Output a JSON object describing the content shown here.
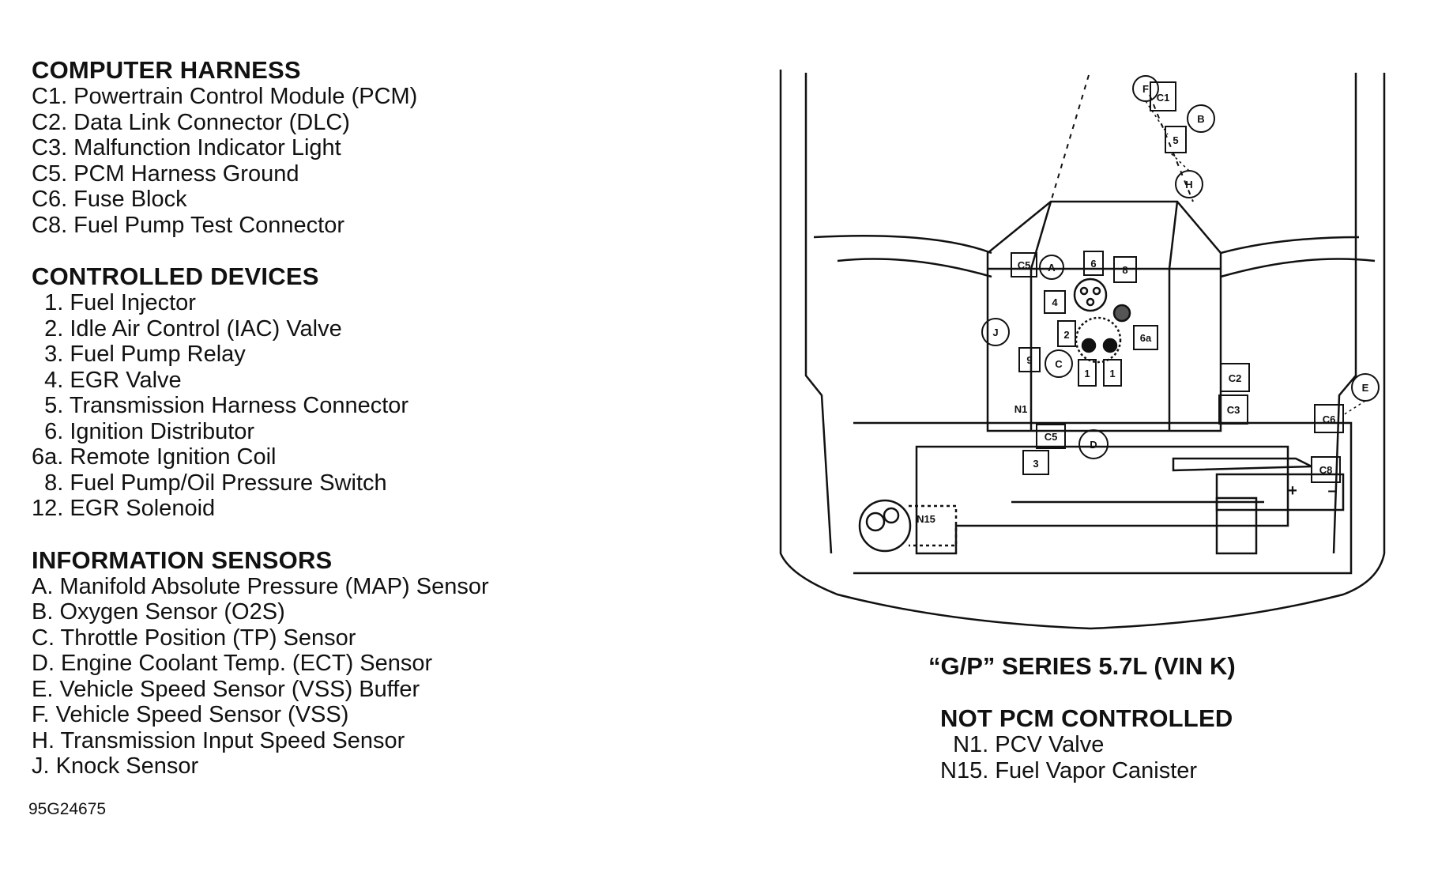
{
  "legend": {
    "computer_harness": {
      "title": "COMPUTER HARNESS",
      "items": [
        "C1. Powertrain Control Module (PCM)",
        "C2. Data Link Connector (DLC)",
        "C3. Malfunction Indicator Light",
        "C5. PCM Harness Ground",
        "C6. Fuse Block",
        "C8. Fuel Pump Test Connector"
      ]
    },
    "controlled_devices": {
      "title": "CONTROLLED DEVICES",
      "items": [
        "  1. Fuel Injector",
        "  2. Idle Air Control (IAC) Valve",
        "  3. Fuel Pump Relay",
        "  4. EGR Valve",
        "  5. Transmission Harness Connector",
        "  6. Ignition Distributor",
        "6a. Remote Ignition Coil",
        "  8. Fuel Pump/Oil Pressure Switch",
        "12. EGR Solenoid"
      ]
    },
    "information_sensors": {
      "title": "INFORMATION SENSORS",
      "items": [
        "A. Manifold Absolute Pressure (MAP) Sensor",
        "B. Oxygen Sensor (O2S)",
        "C. Throttle Position (TP) Sensor",
        "D. Engine Coolant Temp. (ECT) Sensor",
        "E. Vehicle Speed Sensor (VSS) Buffer",
        "F. Vehicle Speed Sensor (VSS)",
        "H. Transmission Input Speed Sensor",
        "J. Knock Sensor"
      ]
    }
  },
  "figure_code": "95G24675",
  "diagram_title": "“G/P” SERIES 5.7L (VIN K)",
  "not_pcm": {
    "title": "NOT PCM CONTROLLED",
    "items": [
      "  N1. PCV Valve",
      "N15. Fuel Vapor Canister"
    ]
  },
  "diagram_labels": {
    "C1": "C1",
    "C2": "C2",
    "C3": "C3",
    "C5a": "C5",
    "C5b": "C5",
    "C6": "C6",
    "C8": "C8",
    "n1": "1",
    "n1b": "1",
    "n2": "2",
    "n3": "3",
    "n4": "4",
    "n5": "5",
    "n6": "6",
    "n8": "8",
    "n9": "9",
    "n6a": "6a",
    "A": "A",
    "B": "B",
    "C": "C",
    "D": "D",
    "E": "E",
    "F": "F",
    "H": "H",
    "J": "J",
    "N1": "N1",
    "N15": "N15",
    "plus": "+",
    "minus": "–"
  }
}
